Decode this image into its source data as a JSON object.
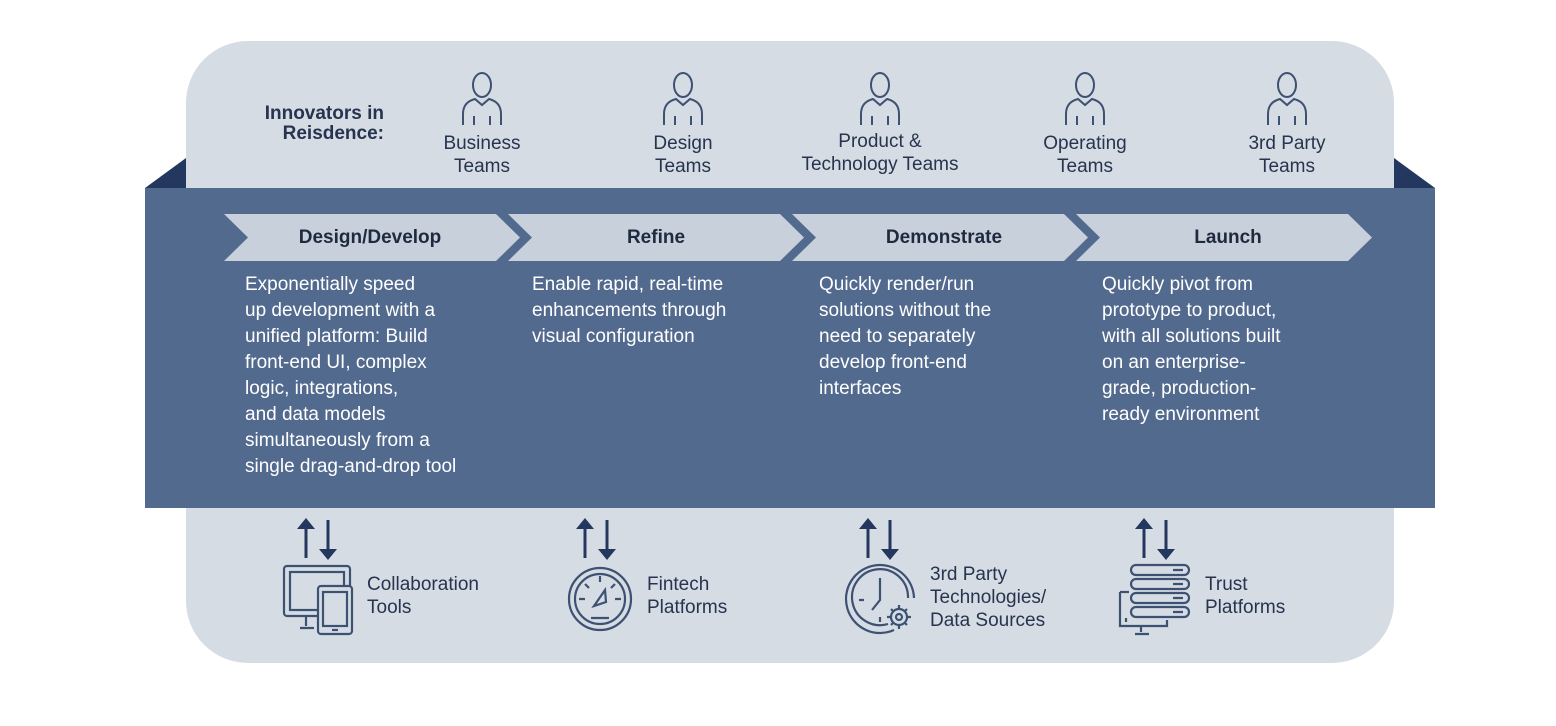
{
  "innovators": {
    "label_line1": "Innovators in",
    "label_line2": "Reisdence:",
    "teams": [
      {
        "line1": "Business",
        "line2": "Teams",
        "icon": "person-icon"
      },
      {
        "line1": "Design",
        "line2": "Teams",
        "icon": "person-icon"
      },
      {
        "line1": "Product &",
        "line2": "Technology Teams",
        "icon": "person-icon"
      },
      {
        "line1": "Operating",
        "line2": "Teams",
        "icon": "person-icon"
      },
      {
        "line1": "3rd Party",
        "line2": "Teams",
        "icon": "person-icon"
      }
    ]
  },
  "stages": [
    {
      "title": "Design/Develop",
      "description": "Exponentially speed\nup development with a\nunified platform: Build\nfront-end UI, complex\nlogic, integrations,\nand data models\nsimultaneously from a\nsingle drag-and-drop tool"
    },
    {
      "title": "Refine",
      "description": "Enable rapid, real-time\nenhancements through\nvisual configuration"
    },
    {
      "title": "Demonstrate",
      "description": "Quickly render/run\nsolutions without the\nneed to separately\ndevelop front-end\ninterfaces"
    },
    {
      "title": "Launch",
      "description": "Quickly pivot from\nprototype to product,\nwith all solutions built\non an enterprise-\ngrade, production-\nready environment"
    }
  ],
  "tools": [
    {
      "label": "Collaboration\nTools",
      "icon": "devices-icon"
    },
    {
      "label": "Fintech\nPlatforms",
      "icon": "speedometer-icon"
    },
    {
      "label": "3rd Party\nTechnologies/\nData Sources",
      "icon": "clock-gear-icon"
    },
    {
      "label": "Trust\nPlatforms",
      "icon": "server-icon"
    }
  ],
  "colors": {
    "panel": "#d6dce3",
    "band": "#536a8f",
    "wings": "#24385f",
    "chevron": "#c8d0dc",
    "icon_stroke": "#3d5173"
  }
}
